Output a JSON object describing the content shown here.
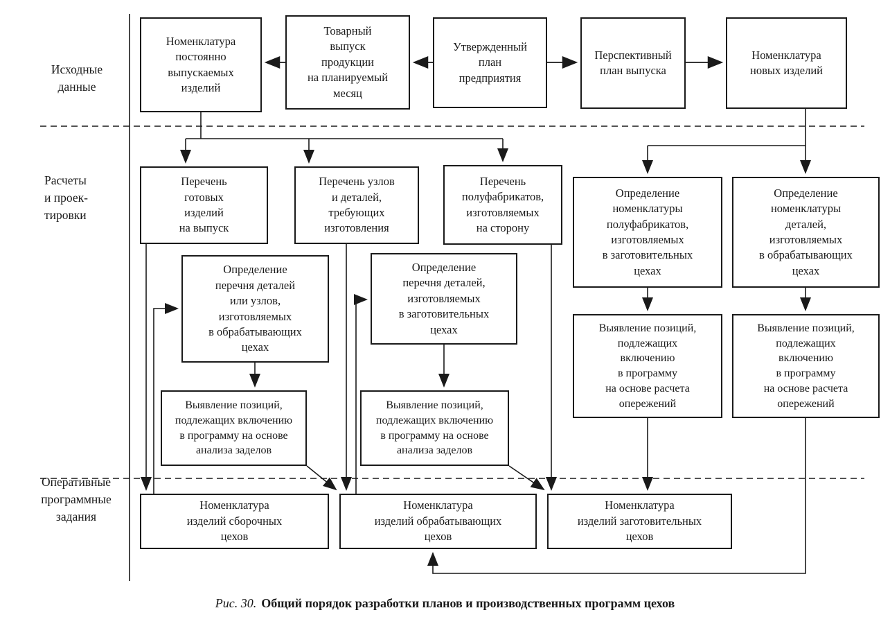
{
  "figure": {
    "caption_prefix": "Рис. 30.",
    "caption_text": "Общий порядок разработки планов и производственных программ цехов"
  },
  "row_labels": {
    "source_data": "Исходные\nданные",
    "calculations": "Расчеты\nи проек-\nтировки",
    "operational": "Оперативные\nпрограммные\nзадания"
  },
  "boxes": {
    "nomenclature_constant": {
      "label": "Номенклатура\nпостоянно\nвыпускаемых\nизделий"
    },
    "commodity_output": {
      "label": "Товарный\nвыпуск\nпродукции\nна планируемый\nмесяц"
    },
    "approved_plan": {
      "label": "Утвержденный\nплан\nпредприятия"
    },
    "perspective_plan": {
      "label": "Перспективный\nплан выпуска"
    },
    "nomenclature_new": {
      "label": "Номенклатура\nновых изделий"
    },
    "list_finished": {
      "label": "Перечень\nготовых\nизделий\nна выпуск"
    },
    "list_units_parts": {
      "label": "Перечень узлов\nи деталей,\nтребующих\nизготовления"
    },
    "list_semifinished": {
      "label": "Перечень\nполуфабрикатов,\nизготовляемых\nна сторону"
    },
    "def_nomenclature_semifinished": {
      "label": "Определение\nноменклатуры\nполуфабрикатов,\nизготовляемых\nв заготовительных\nцехах"
    },
    "def_nomenclature_parts": {
      "label": "Определение\nноменклатуры\nдеталей,\nизготовляемых\nв обрабатывающих\nцехах"
    },
    "def_list_parts_units": {
      "label": "Определение\nперечня деталей\nили узлов,\nизготовляемых\nв обрабатывающих\nцехах"
    },
    "def_list_parts": {
      "label": "Определение\nперечня деталей,\nизготовляемых\nв заготовительных\nцехах"
    },
    "identify_backlog_1": {
      "label": "Выявление позиций,\nподлежащих включению\nв программу на основе\nанализа заделов"
    },
    "identify_backlog_2": {
      "label": "Выявление позиций,\nподлежащих включению\nв программу на основе\nанализа заделов"
    },
    "identify_lead_1": {
      "label": "Выявление позиций,\nподлежащих\nвключению\nв программу\nна основе расчета\nопережений"
    },
    "identify_lead_2": {
      "label": "Выявление позиций,\nподлежащих\nвключению\nв программу\nна основе расчета\nопережений"
    },
    "nomenclature_assembly": {
      "label": "Номенклатура\nизделий сборочных\nцехов"
    },
    "nomenclature_processing": {
      "label": "Номенклатура\nизделий обрабатывающих\nцехов"
    },
    "nomenclature_procurement": {
      "label": "Номенклатура\nизделий заготовительных\nцехов"
    }
  },
  "colors": {
    "line": "#1a1a1a",
    "background": "#ffffff",
    "text": "#1a1a1a"
  }
}
